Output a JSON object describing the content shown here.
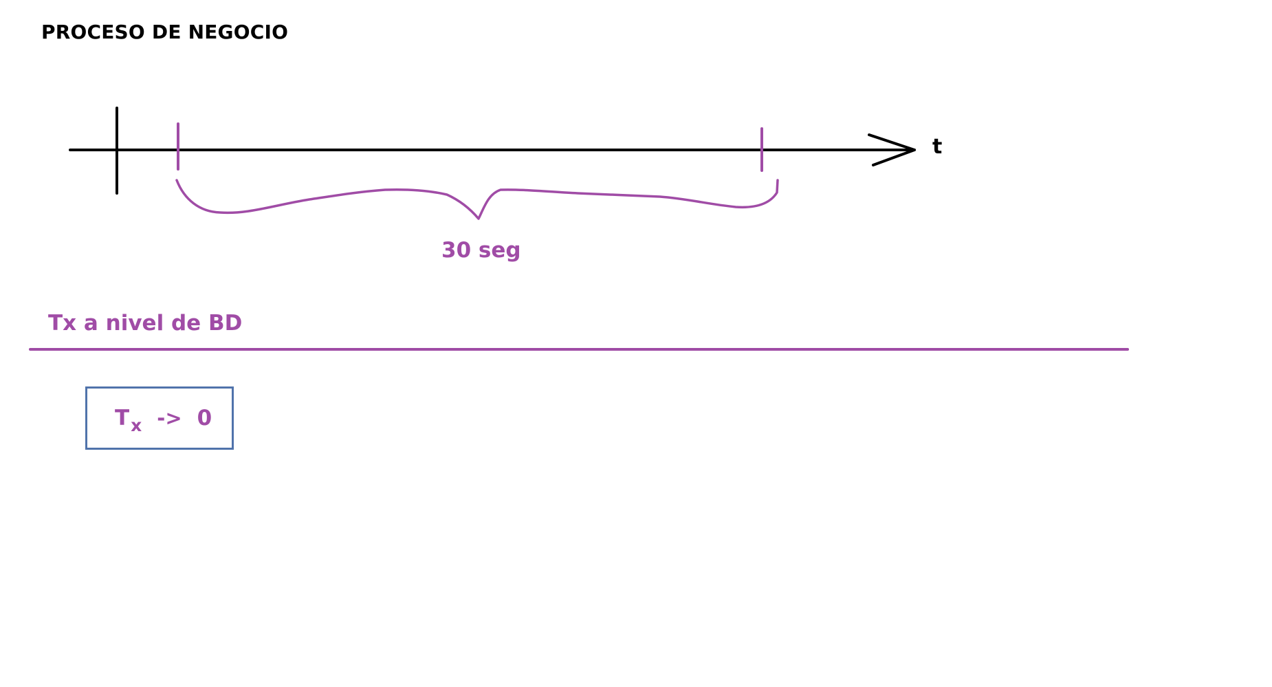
{
  "title": "PROCESO DE NEGOCIO",
  "timeline": {
    "axis_label": "t",
    "duration_label": "30 seg"
  },
  "section": {
    "label": "Tx a nivel de BD"
  },
  "formula": {
    "base": "T",
    "subscript": "x",
    "arrow": "->",
    "target": "0"
  },
  "colors": {
    "ink": "#000000",
    "accent": "#a04ca6",
    "box_border": "#5073ab"
  }
}
